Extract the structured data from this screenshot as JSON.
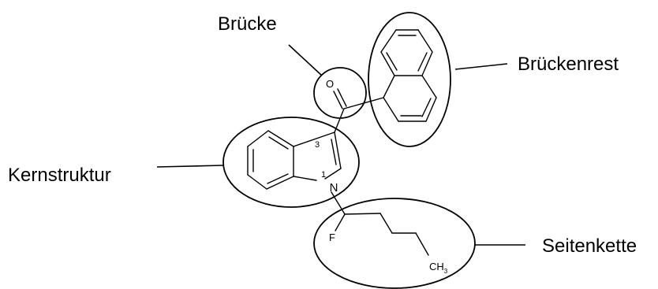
{
  "labels": {
    "bridge": "Brücke",
    "bridge_remainder": "Brückenrest",
    "core_structure": "Kernstruktur",
    "side_chain": "Seitenkette"
  },
  "atoms": {
    "oxygen": "O",
    "nitrogen": "N",
    "fluorine": "F",
    "methyl": "CH",
    "methyl_subscript": "3",
    "position_1": "1",
    "position_3": "3"
  }
}
